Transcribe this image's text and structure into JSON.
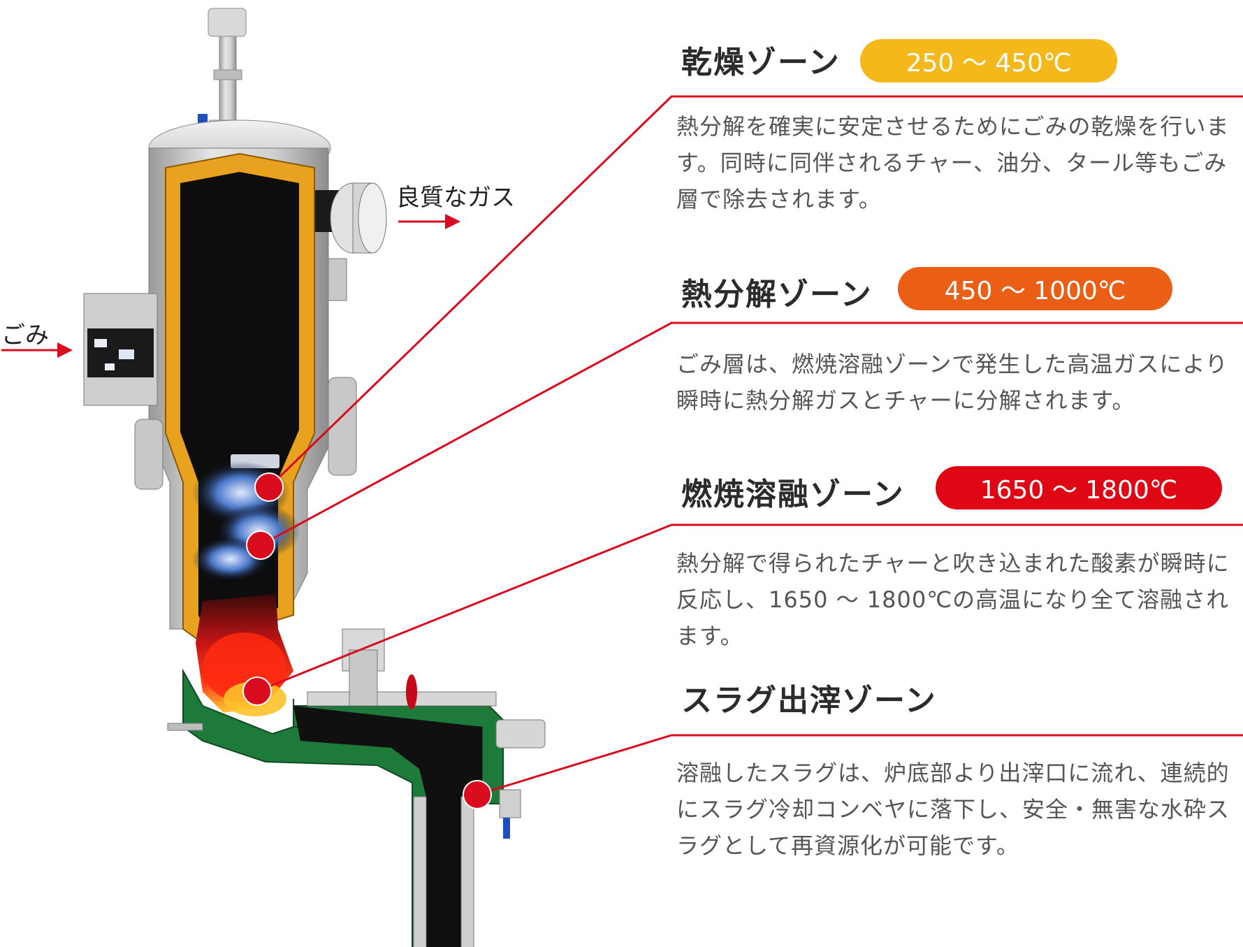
{
  "labels": {
    "input": "ごみ",
    "output": "良質なガス"
  },
  "zones": [
    {
      "title": "乾燥ゾーン",
      "temperature": "250 ～ 450℃",
      "color": "#F5B81A",
      "description": "熱分解を確実に安定させるためにごみの乾燥を行います。同時に同伴されるチャー、油分、タール等もごみ層で除去されます。"
    },
    {
      "title": "熱分解ゾーン",
      "temperature": "450 ～ 1000℃",
      "color": "#EB5E16",
      "description": "ごみ層は、燃焼溶融ゾーンで発生した高温ガスにより瞬時に熱分解ガスとチャーに分解されます。"
    },
    {
      "title": "燃焼溶融ゾーン",
      "temperature": "1650 ～ 1800℃",
      "color": "#E00715",
      "description": "熱分解で得られたチャーと吹き込まれた酸素が瞬時に反応し、1650 ～ 1800℃の高温になり全て溶融されます。"
    },
    {
      "title": "スラグ出滓ゾーン",
      "description": "溶融したスラグは、炉底部より出滓口に流れ、連続的にスラグ冷却コンベヤに落下し、安全・無害な水砕スラグとして再資源化が可能です。"
    }
  ],
  "colors": {
    "accent_red": "#D90B1E",
    "refractory_orange": "#E8A21F",
    "hearth_green": "#1E7A3A",
    "shell_gray": "#D8D8D8",
    "interior_dark": "#111111"
  }
}
